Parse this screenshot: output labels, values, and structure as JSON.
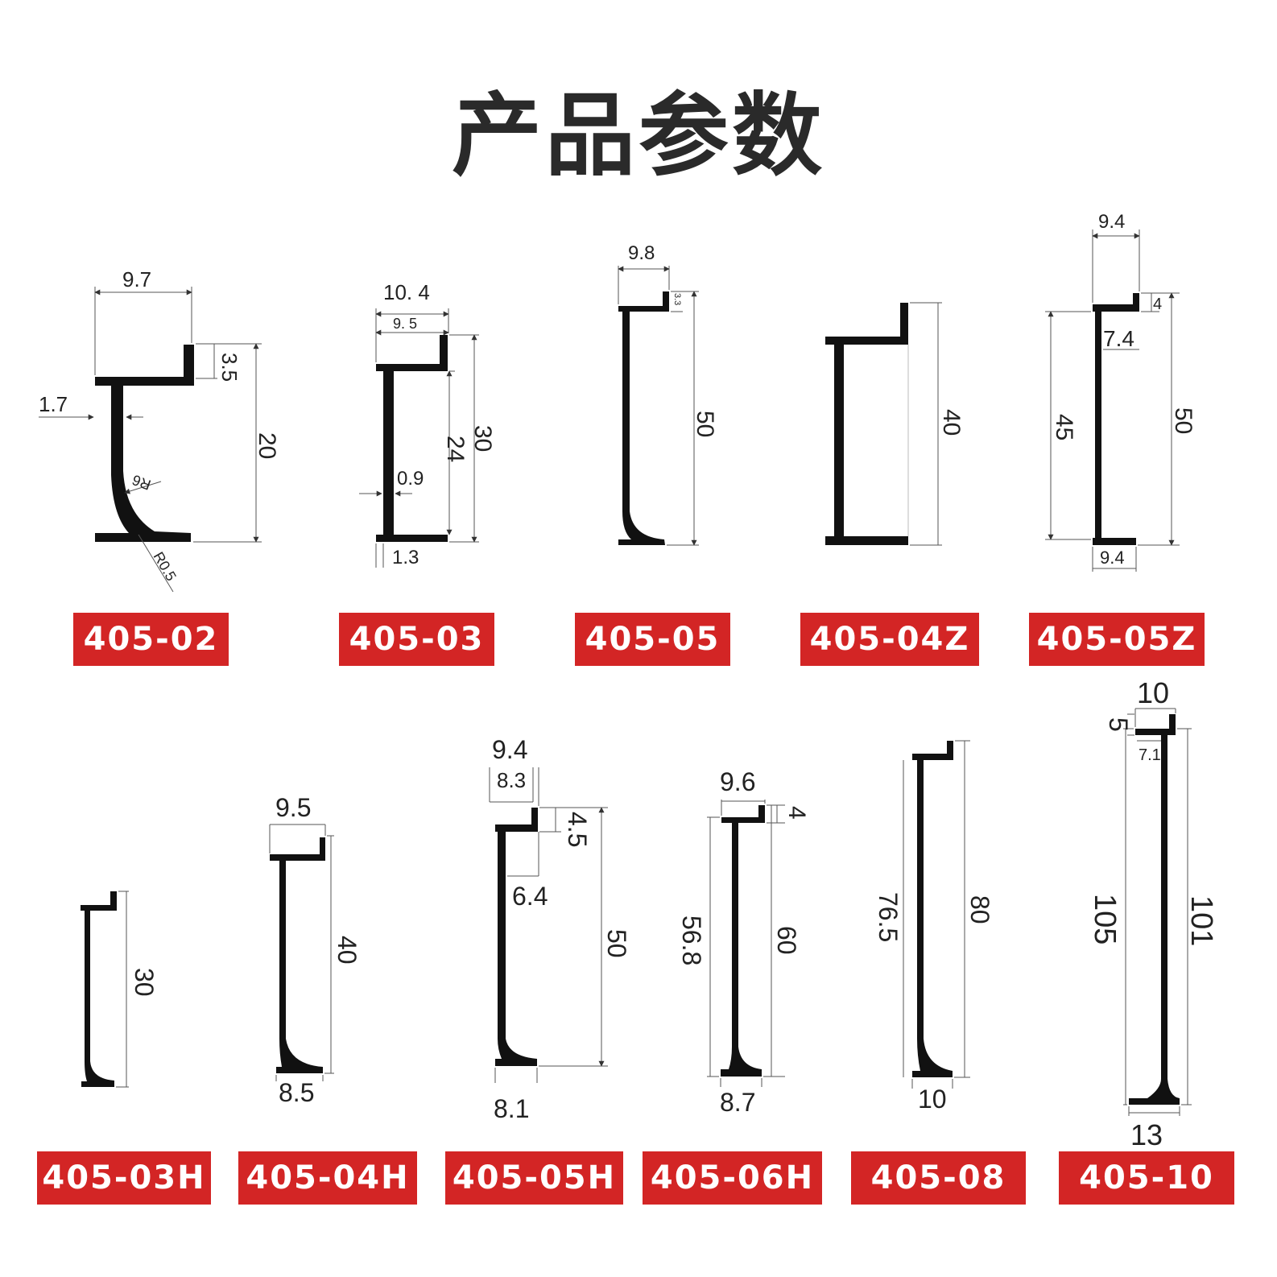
{
  "title": "产品参数",
  "brand_color": "#d32525",
  "profiles": [
    {
      "model": "405-02",
      "dims": [
        "9.7",
        "3.5",
        "1.7",
        "20",
        "R6",
        "R0.5"
      ]
    },
    {
      "model": "405-03",
      "dims": [
        "10. 4",
        "9. 5",
        "30",
        "24",
        "0.9",
        "1.3"
      ]
    },
    {
      "model": "405-05",
      "dims": [
        "9.8",
        "3.3",
        "50"
      ]
    },
    {
      "model": "405-04Z",
      "dims": [
        "40"
      ]
    },
    {
      "model": "405-05Z",
      "dims": [
        "9.4",
        "4",
        "7.4",
        "45",
        "50",
        "9.4"
      ]
    },
    {
      "model": "405-03H",
      "dims": [
        "30"
      ]
    },
    {
      "model": "405-04H",
      "dims": [
        "9.5",
        "40",
        "8.5"
      ]
    },
    {
      "model": "405-05H",
      "dims": [
        "9.4",
        "8.3",
        "4.5",
        "6.4",
        "50",
        "8.1"
      ]
    },
    {
      "model": "405-06H",
      "dims": [
        "9.6",
        "4",
        "56.8",
        "60",
        "8.7"
      ]
    },
    {
      "model": "405-08",
      "dims": [
        "76.5",
        "80",
        "10"
      ]
    },
    {
      "model": "405-10",
      "dims": [
        "10",
        "5",
        "7.1",
        "105",
        "101",
        "13"
      ]
    }
  ]
}
